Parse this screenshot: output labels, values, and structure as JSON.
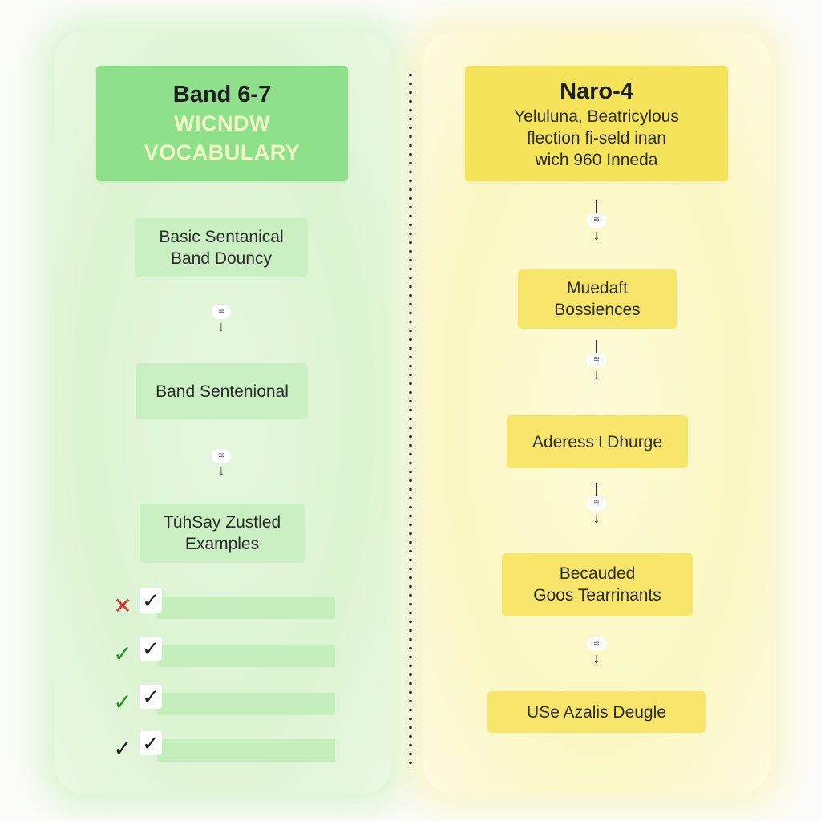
{
  "left_column": {
    "header": {
      "line1": "Band 6-7",
      "line2": "WICNDW",
      "line3": "VOCABULARY"
    },
    "boxes": [
      {
        "line1": "Basic Sentanical",
        "line2": "Band Douncy"
      },
      {
        "line1": "Band Sentenional"
      },
      {
        "line1": "Tu̇hSay Zustled",
        "line2": "Examples"
      }
    ],
    "checklist": [
      {
        "mark": "✕",
        "mark_color": "#e03030",
        "box_mark": "✓"
      },
      {
        "mark": "✓",
        "mark_color": "#1f8f1f",
        "box_mark": "✓"
      },
      {
        "mark": "✓",
        "mark_color": "#1f8f1f",
        "box_mark": "✓"
      },
      {
        "mark": "✓",
        "mark_color": "#222222",
        "box_mark": "✓"
      }
    ]
  },
  "right_column": {
    "header": {
      "line1": "Naro-4",
      "line2": "Yeluluna, Beatricylous",
      "line3": "flection ﬁ-seld inan",
      "line4": "wich 960 Inneda"
    },
    "boxes": [
      {
        "line1": "Muedaft",
        "line2": "Bossiences"
      },
      {
        "line1": "Aderess꜉ Dhurge"
      },
      {
        "line1": "Becauded",
        "line2": "Goos Tearrinants"
      },
      {
        "line1": "USe Azalis Deugle"
      }
    ]
  },
  "connector": {
    "node_glyph": "≋",
    "arrow_glyph": "↓"
  },
  "colors": {
    "left_accent": "#8ee08a",
    "left_box": "#c9efc2",
    "right_accent": "#f5e45a",
    "right_box": "#f7e66a",
    "cross": "#e03030",
    "check": "#1f8f1f"
  }
}
